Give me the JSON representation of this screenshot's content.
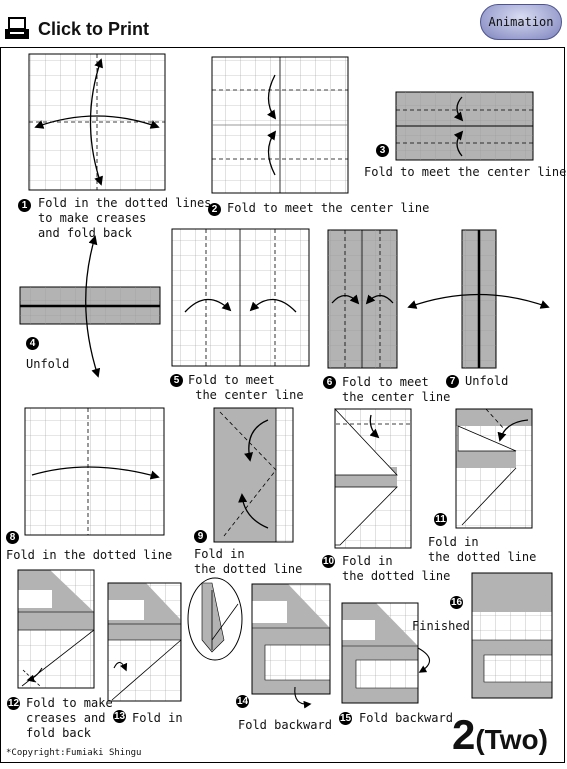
{
  "header": {
    "print_label": "Click to Print",
    "animation_label": "Animation"
  },
  "steps": [
    {
      "num": "1",
      "text": "Fold in the dotted lines\nto make creases\nand fold back"
    },
    {
      "num": "2",
      "text": "Fold to meet the center line"
    },
    {
      "num": "3",
      "text": "Fold to meet the center line"
    },
    {
      "num": "4",
      "text": "Unfold"
    },
    {
      "num": "5",
      "text": "Fold to meet\n the center line"
    },
    {
      "num": "6",
      "text": "Fold to meet\nthe center line"
    },
    {
      "num": "7",
      "text": "Unfold"
    },
    {
      "num": "8",
      "text": "Fold in the dotted line"
    },
    {
      "num": "9",
      "text": "Fold in\nthe dotted line"
    },
    {
      "num": "10",
      "text": "Fold in\nthe dotted line"
    },
    {
      "num": "11",
      "text": "Fold in\nthe dotted line"
    },
    {
      "num": "12",
      "text": "Fold to make\ncreases and\nfold back"
    },
    {
      "num": "13",
      "text": "Fold in"
    },
    {
      "num": "14",
      "text": "Fold backward"
    },
    {
      "num": "15",
      "text": "Fold backward"
    },
    {
      "num": "16",
      "text": "Finished"
    }
  ],
  "footer": {
    "page_number": "2",
    "page_word": "(Two)",
    "copyright": "*Copyright:Fumiaki Shingu"
  },
  "colors": {
    "paper_gray": "#b3b3b3",
    "grid_line": "#999999",
    "accent_button": "#a7acd6"
  }
}
